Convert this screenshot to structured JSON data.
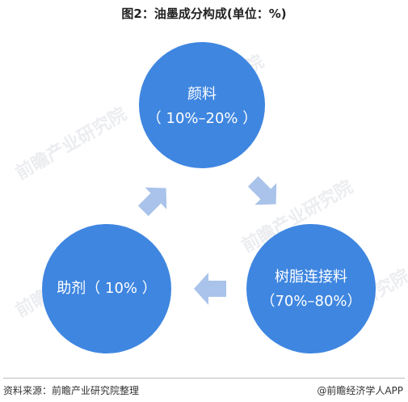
{
  "title": "图2：油墨成分构成(单位：%)",
  "nodes": {
    "pigment": {
      "name": "颜料",
      "range": "（ 10%–20% ）"
    },
    "resin": {
      "name": "树脂连接料",
      "range": "（70%–80%）"
    },
    "additive": {
      "label": "助剂（ 10% ）"
    }
  },
  "watermark": "前瞻产业研究院",
  "footer": {
    "source": "资料来源：前瞻产业研究院整理",
    "brand": "@前瞻经济学人APP"
  },
  "colors": {
    "circle": "#3f86e0",
    "arrow": "#a9c3ea"
  }
}
